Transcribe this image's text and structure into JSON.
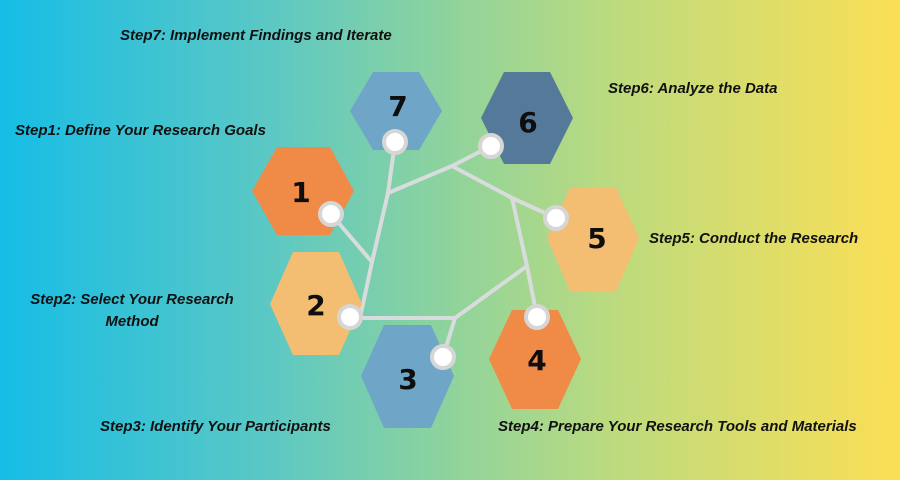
{
  "steps": [
    {
      "number": "1",
      "label": "Step1: Define Your Research Goals",
      "color": "#ef8a47"
    },
    {
      "number": "2",
      "label": "Step2: Select Your Research Method",
      "color": "#f3bd72"
    },
    {
      "number": "3",
      "label": "Step3: Identify Your Participants",
      "color": "#6fa6c8"
    },
    {
      "number": "4",
      "label": "Step4: Prepare Your Research Tools and Materials",
      "color": "#ef8a47"
    },
    {
      "number": "5",
      "label": "Step5: Conduct the Research",
      "color": "#f3bd72"
    },
    {
      "number": "6",
      "label": "Step6: Analyze the Data",
      "color": "#557a99"
    },
    {
      "number": "7",
      "label": "Step7: Implement Findings and Iterate",
      "color": "#6fa6c8"
    }
  ],
  "colors": {
    "connector": "#d8dcdc",
    "node_ring": "#d6d6d6",
    "node_fill": "#ffffff"
  }
}
